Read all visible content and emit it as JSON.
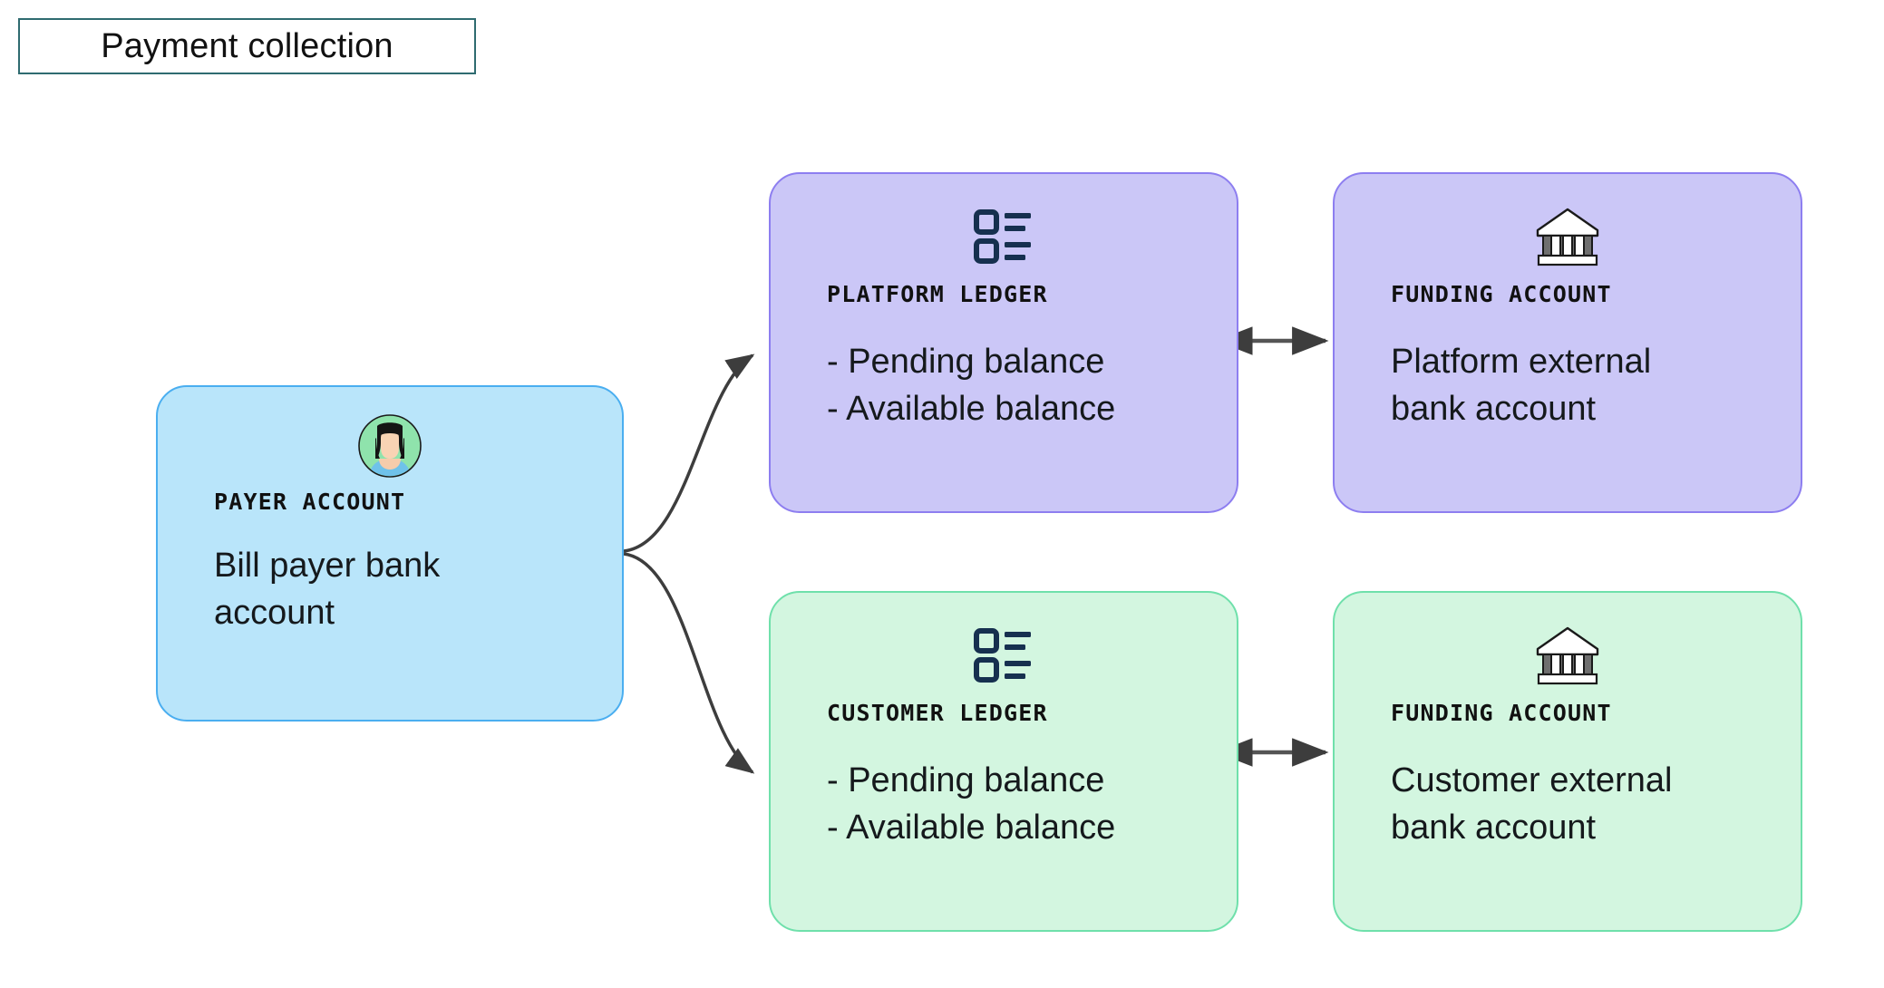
{
  "title": {
    "label": "Payment collection"
  },
  "colors": {
    "title_border": "#2f6b70",
    "payer_fill": "#b9e5fa",
    "payer_border": "#4aaef0",
    "platform_fill": "#cbc7f7",
    "platform_border": "#8d7ef0",
    "customer_fill": "#d3f6e0",
    "customer_border": "#6fe0ab",
    "connector": "#3d3d3d",
    "ledger_icon": "#16304f",
    "page_background": "#ffffff"
  },
  "cards": {
    "payer": {
      "icon": "person-avatar-icon",
      "kicker": "PAYER ACCOUNT",
      "lines": [
        "Bill payer bank",
        "account"
      ]
    },
    "platform_ledger": {
      "icon": "list-ledger-icon",
      "kicker": "PLATFORM LEDGER",
      "lines": [
        "- Pending balance",
        "- Available balance"
      ]
    },
    "platform_funding": {
      "icon": "bank-building-icon",
      "kicker": "FUNDING ACCOUNT",
      "lines": [
        "Platform external",
        "bank account"
      ]
    },
    "customer_ledger": {
      "icon": "list-ledger-icon",
      "kicker": "CUSTOMER LEDGER",
      "lines": [
        "- Pending balance",
        "- Available balance"
      ]
    },
    "customer_funding": {
      "icon": "bank-building-icon",
      "kicker": "FUNDING ACCOUNT",
      "lines": [
        "Customer external",
        "bank account"
      ]
    }
  },
  "connectors": [
    {
      "name": "payer-to-platform-ledger",
      "type": "curved-arrow",
      "direction": "one-way",
      "from": "payer",
      "to": "platform_ledger"
    },
    {
      "name": "payer-to-customer-ledger",
      "type": "curved-arrow",
      "direction": "one-way",
      "from": "payer",
      "to": "customer_ledger"
    },
    {
      "name": "platform-ledger-to-funding",
      "type": "straight-arrow",
      "direction": "two-way",
      "from": "platform_ledger",
      "to": "platform_funding"
    },
    {
      "name": "customer-ledger-to-funding",
      "type": "straight-arrow",
      "direction": "two-way",
      "from": "customer_ledger",
      "to": "customer_funding"
    }
  ]
}
